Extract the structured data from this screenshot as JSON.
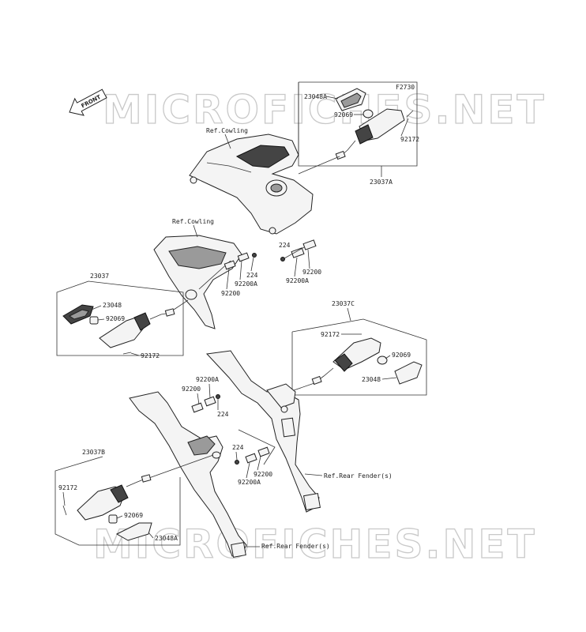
{
  "watermarks": [
    "MICROFICHES.NET",
    "MICROFICHES.NET"
  ],
  "front_arrow_label": "FRONT",
  "labels": {
    "ref_cowling_1": "Ref.Cowling",
    "ref_cowling_2": "Ref.Cowling",
    "ref_rear_fender_1": "Ref.Rear Fender(s)",
    "ref_rear_fender_2": "Ref.Rear Fender(s)",
    "f2730": "F2730",
    "p23048A_top": "23048A",
    "p92069_top": "92069",
    "p92172_top": "92172",
    "p23037A": "23037A",
    "p224_mid": "224",
    "p92200_mid": "92200",
    "p92200A_mid": "92200A",
    "p224_left": "224",
    "p92200A_left": "92200A",
    "p92200_left": "92200",
    "p23037": "23037",
    "p23048_left": "23048",
    "p92069_left": "92069",
    "p92172_left": "92172",
    "p23037C": "23037C",
    "p92172_right": "92172",
    "p92069_right": "92069",
    "p23048_right": "23048",
    "p92200A_low": "92200A",
    "p92200_low": "92200",
    "p224_low": "224",
    "p224_low2": "224",
    "p92200_low2": "92200",
    "p92200A_low2": "92200A",
    "p23037B": "23037B",
    "p92172_bl": "92172",
    "p92069_bl": "92069",
    "p23048A_bl": "23048A"
  }
}
